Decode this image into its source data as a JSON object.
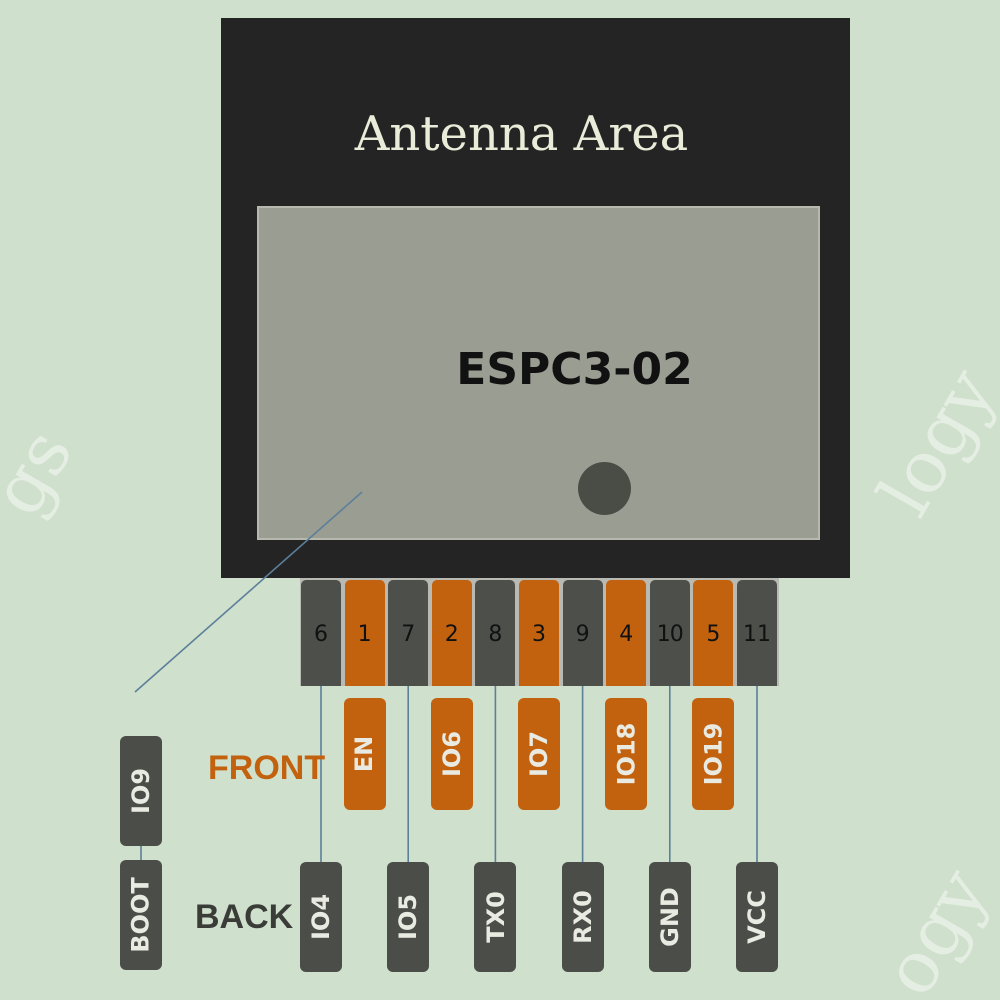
{
  "module": {
    "antenna_title": "Antenna Area",
    "model": "ESPC3-02"
  },
  "pins": [
    {
      "number": "6",
      "color": "dark"
    },
    {
      "number": "1",
      "color": "orange"
    },
    {
      "number": "7",
      "color": "dark"
    },
    {
      "number": "2",
      "color": "orange"
    },
    {
      "number": "8",
      "color": "dark"
    },
    {
      "number": "3",
      "color": "orange"
    },
    {
      "number": "9",
      "color": "dark"
    },
    {
      "number": "4",
      "color": "orange"
    },
    {
      "number": "10",
      "color": "dark"
    },
    {
      "number": "5",
      "color": "orange"
    },
    {
      "number": "11",
      "color": "dark"
    }
  ],
  "front": {
    "label": "FRONT",
    "pins": [
      "EN",
      "IO6",
      "IO7",
      "IO18",
      "IO19"
    ]
  },
  "back": {
    "label": "BACK",
    "pins": [
      "IO4",
      "IO5",
      "TX0",
      "RX0",
      "GND",
      "VCC"
    ]
  },
  "boot": {
    "top": "IO9",
    "bottom": "BOOT"
  },
  "colors": {
    "background": "#cfe0cc",
    "module": "#242424",
    "shield": "#9a9d92",
    "pin_dark": "#4d4f4b",
    "pin_orange": "#c2620f",
    "line": "#5c7f9a"
  },
  "watermark": {
    "left": "gs",
    "right_top": "logy",
    "right_bottom": "ogy"
  }
}
